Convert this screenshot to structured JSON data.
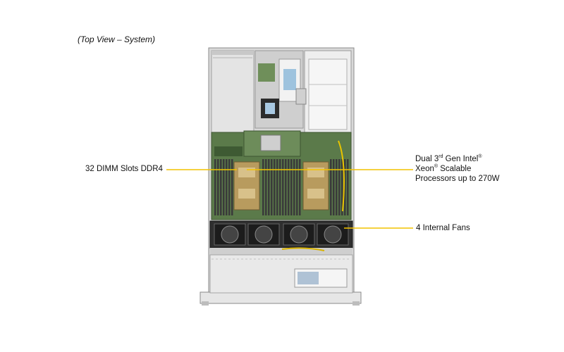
{
  "caption": "(Top View – System)",
  "callouts": {
    "dimm": "32 DIMM Slots DDR4",
    "cpu": {
      "line1_a": "Dual 3",
      "line1_sup1": "rd",
      "line1_b": " Gen Intel",
      "line1_sup2": "®",
      "line2_a": "Xeon",
      "line2_sup": "®",
      "line2_b": " Scalable",
      "line3": "Processors up to 270W"
    },
    "fans": "4 Internal  Fans"
  },
  "colors": {
    "callout_line": "#f2c200",
    "chassis": "#dcdcdc",
    "pcb": "#5b7a4a",
    "dimm": "#3a3a3a",
    "heatsink": "#b89b5e"
  }
}
